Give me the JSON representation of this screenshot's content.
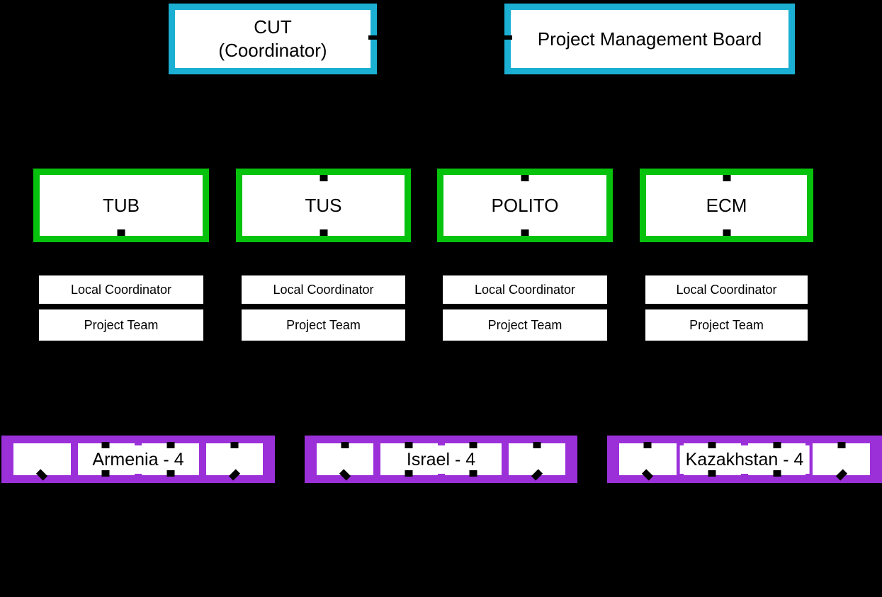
{
  "diagram": {
    "coordinator": {
      "line1": "CUT",
      "line2": "(Coordinator)"
    },
    "board": {
      "label": "Project Management Board"
    },
    "partners": [
      {
        "label": "TUB"
      },
      {
        "label": "TUS"
      },
      {
        "label": "POLITO"
      },
      {
        "label": "ECM"
      }
    ],
    "roles": {
      "local_coordinator": "Local Coordinator",
      "project_team": "Project Team"
    },
    "countries": [
      {
        "label": "Armenia - 4",
        "partner_count": 4
      },
      {
        "label": "Israel - 4",
        "partner_count": 4
      },
      {
        "label": "Kazakhstan - 4",
        "partner_count": 4
      }
    ],
    "colors": {
      "coordinator_border": "#1BAFD4",
      "partner_border": "#07C20C",
      "country_border": "#9B30D9",
      "background": "#000000",
      "box_fill": "#FFFFFF",
      "text": "#000000"
    }
  }
}
